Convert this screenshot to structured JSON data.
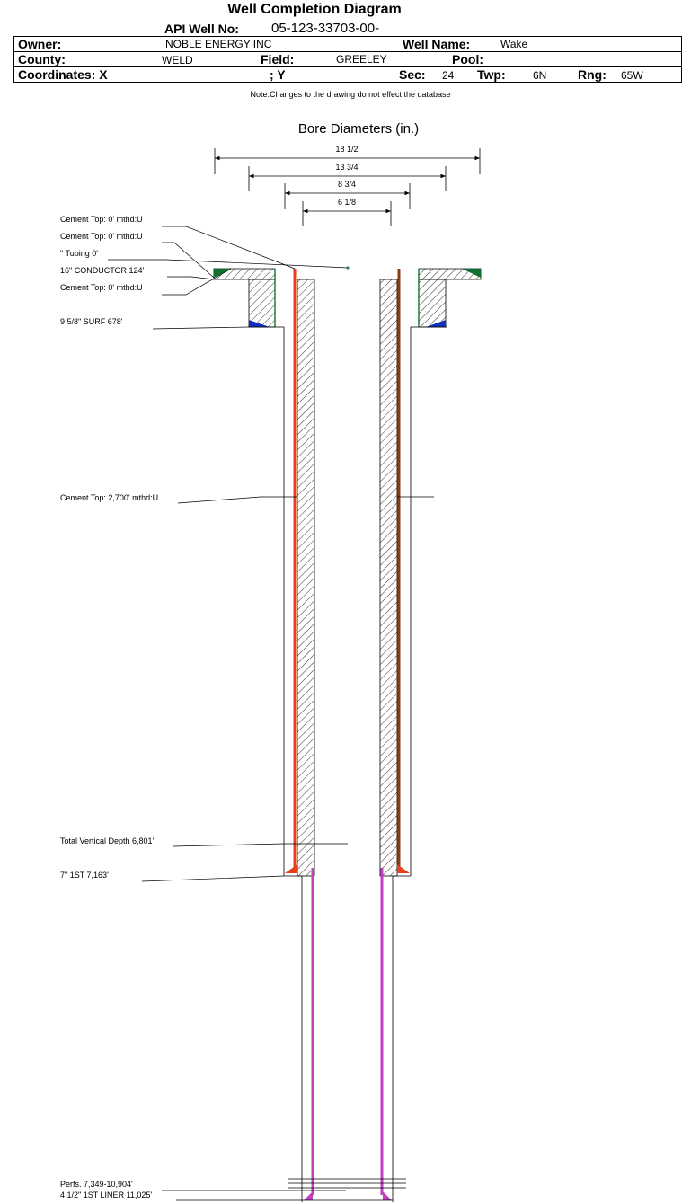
{
  "header": {
    "title": "Well Completion Diagram",
    "api_label": "API Well No:",
    "api_value": "05-123-33703-00-",
    "owner_label": "Owner:",
    "owner_value": "NOBLE ENERGY INC",
    "well_name_label": "Well Name:",
    "well_name_value": "Wake",
    "county_label": "County:",
    "county_value": "WELD",
    "field_label": "Field:",
    "field_value": "GREELEY",
    "pool_label": "Pool:",
    "pool_value": "",
    "coordinates_label": "Coordinates: X",
    "coord_y_label": "; Y",
    "sec_label": "Sec:",
    "sec_value": "24",
    "twp_label": "Twp:",
    "twp_value": "6N",
    "rng_label": "Rng:",
    "rng_value": "65W"
  },
  "note": "Note:Changes to the drawing do not effect the database",
  "diagram": {
    "title": "Bore Diameters (in.)",
    "bore_diameters": [
      "18 1/2",
      "13 3/4",
      "8 3/4",
      "6 1/8"
    ],
    "annotations": [
      "Cement Top: 0' mthd:U",
      "Cement Top: 0' mthd:U",
      "\" Tubing 0'",
      "16\" CONDUCTOR  124'",
      "Cement Top: 0' mthd:U",
      "9 5/8\" SURF       678'",
      "Cement Top: 2,700' mthd:U",
      "Total Vertical Depth 6,801'",
      "7\" 1ST       7,163'",
      "Perfs. 7,349-10,904'",
      "4 1/2\" 1ST LINER  11,025'"
    ]
  },
  "colors": {
    "production_casing": "#e8401c",
    "liner": "#c040c0",
    "surface_cement": "#1030c0",
    "conductor_cement": "#107030"
  }
}
